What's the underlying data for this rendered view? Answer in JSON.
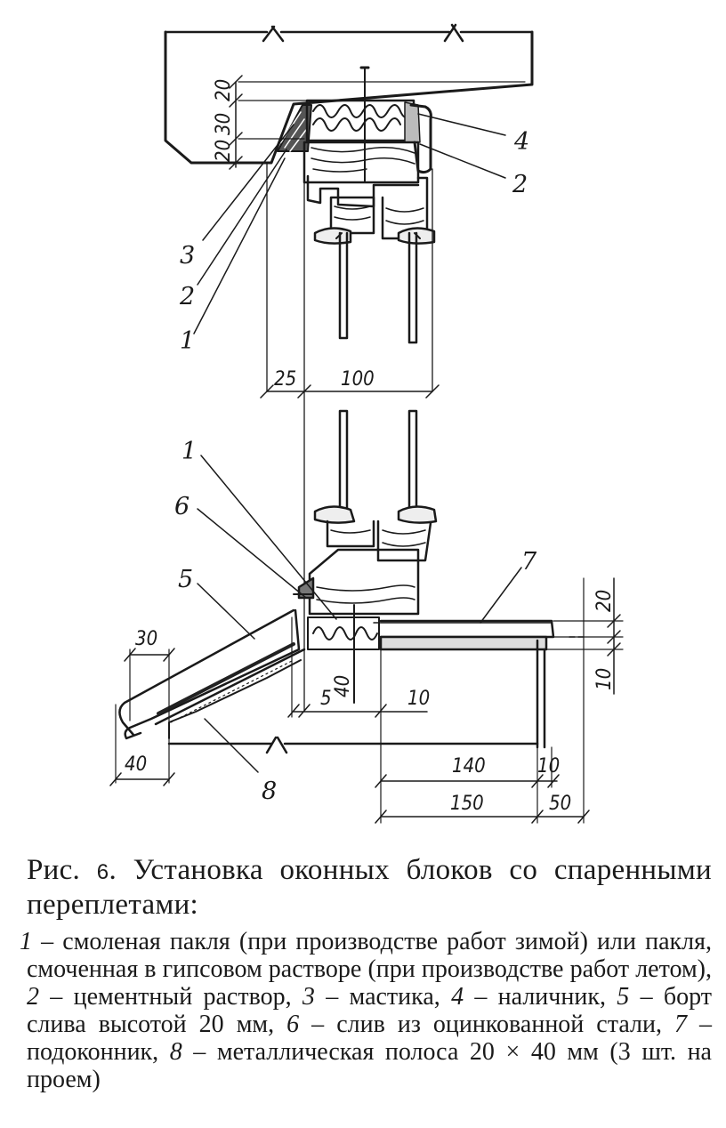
{
  "figure": {
    "callouts": [
      "1",
      "2",
      "3",
      "4",
      "5",
      "6",
      "7",
      "8",
      "2",
      "1"
    ],
    "callout_list": [
      {
        "id": "c4",
        "text": "4"
      },
      {
        "id": "c2a",
        "text": "2"
      },
      {
        "id": "c3",
        "text": "3"
      },
      {
        "id": "c2b",
        "text": "2"
      },
      {
        "id": "c1a",
        "text": "1"
      },
      {
        "id": "c1b",
        "text": "1"
      },
      {
        "id": "c6",
        "text": "6"
      },
      {
        "id": "c5",
        "text": "5"
      },
      {
        "id": "c7",
        "text": "7"
      },
      {
        "id": "c8",
        "text": "8"
      }
    ],
    "dimensions": {
      "top_20a": "20",
      "top_30": "30",
      "top_20b": "20",
      "d25": "25",
      "d100": "100",
      "d30": "30",
      "d40_left": "40",
      "d5": "5",
      "d40_mid": "40",
      "d10": "10",
      "d20_right": "20",
      "d10_right": "10",
      "d140": "140",
      "d10_bottom": "10",
      "d150": "150",
      "d50": "50"
    }
  },
  "caption": {
    "prefix": "Рис.",
    "number": "6",
    "title": ". Установка оконных блоков со спаренными переплетами:",
    "legend": [
      {
        "n": "1",
        "text": " – смоленая пакля (при производстве работ зимой) или пакля, смоченная в гипсовом растворе (при производстве работ летом), "
      },
      {
        "n": "2",
        "text": " – цементный раствор, "
      },
      {
        "n": "3",
        "text": " – мастика, "
      },
      {
        "n": "4",
        "text": " – наличник, "
      },
      {
        "n": "5",
        "text": " – борт слива высотой 20 мм, "
      },
      {
        "n": "6",
        "text": " – слив из оцинкованной стали, "
      },
      {
        "n": "7",
        "text": " – подоконник, "
      },
      {
        "n": "8",
        "text": " – металлическая полоса 20 × 40 мм (3 шт. на проем)"
      }
    ]
  }
}
